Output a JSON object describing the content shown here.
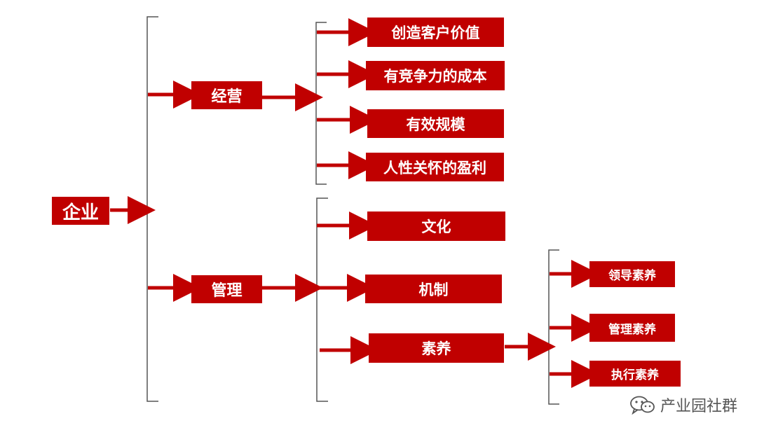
{
  "colors": {
    "node_fill": "#c00000",
    "node_text": "#ffffff",
    "bracket": "#555555",
    "arrow": "#c00000"
  },
  "root": {
    "label": "企业"
  },
  "branches": {
    "operations": {
      "label": "经营",
      "children": [
        "创造客户价值",
        "有竞争力的成本",
        "有效规模",
        "人性关怀的盈利"
      ]
    },
    "management": {
      "label": "管理",
      "children": [
        "文化",
        "机制",
        "素养"
      ],
      "literacy": {
        "children": [
          "领导素养",
          "管理素养",
          "执行素养"
        ]
      }
    }
  },
  "watermark": {
    "text": "产业园社群",
    "icon": "wechat-icon"
  }
}
